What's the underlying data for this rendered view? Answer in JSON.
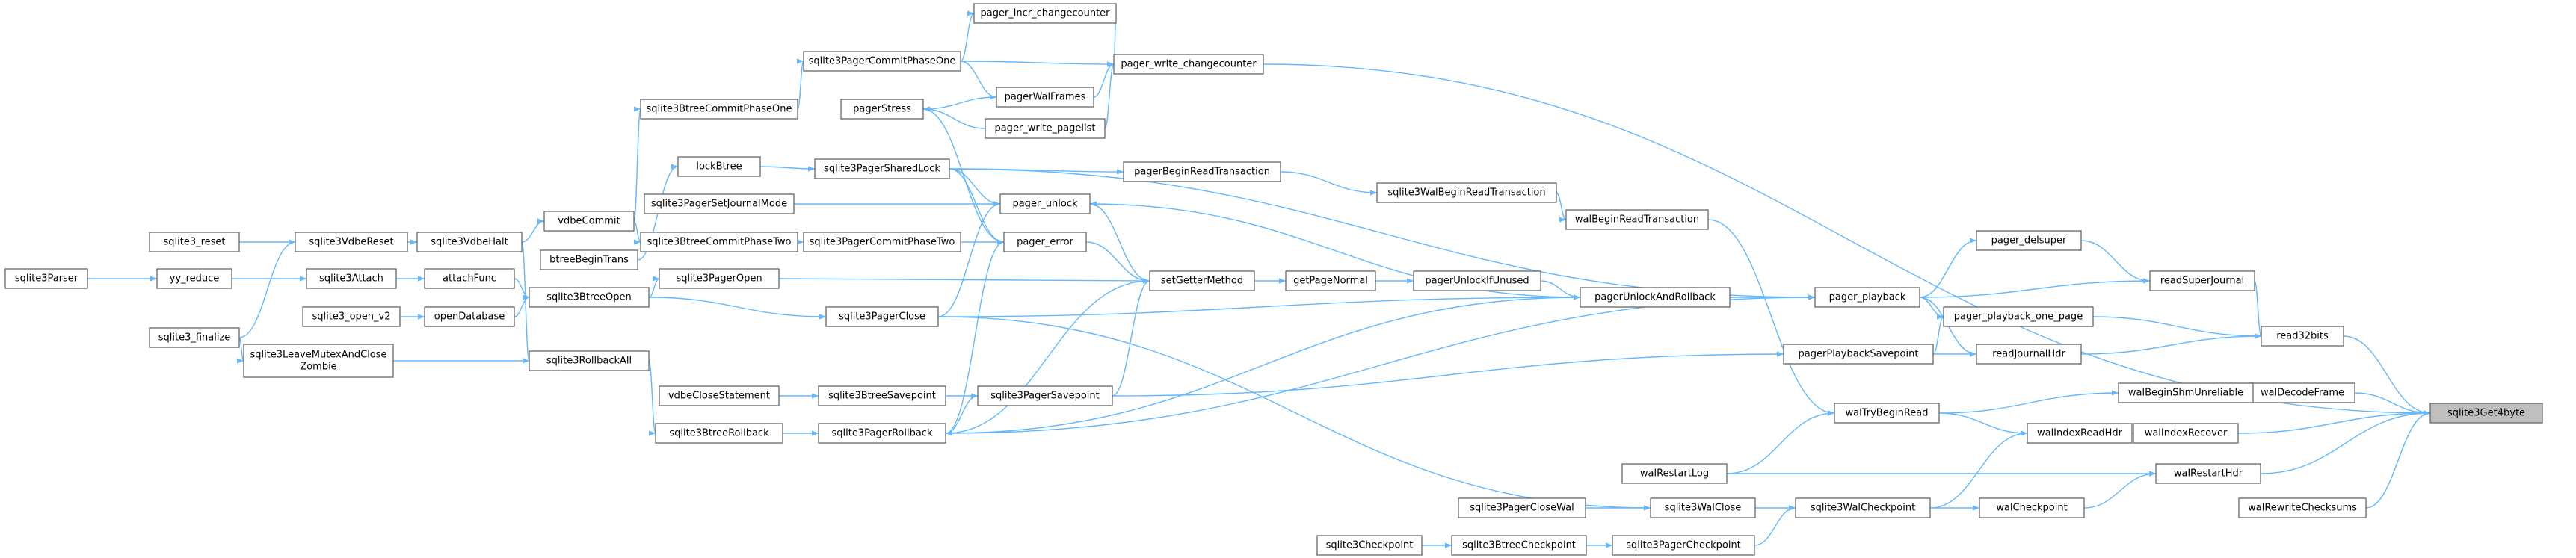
{
  "diagram": {
    "title": "",
    "root": "sqlite3Get4byte",
    "nodes": [
      {
        "id": "sqlite3Get4byte",
        "label": "sqlite3Get4byte"
      },
      {
        "id": "read32bits",
        "label": "read32bits"
      },
      {
        "id": "walDecodeFrame",
        "label": "walDecodeFrame"
      },
      {
        "id": "walIndexRecover",
        "label": "walIndexRecover"
      },
      {
        "id": "walRestartHdr",
        "label": "walRestartHdr"
      },
      {
        "id": "walRewriteChecksums",
        "label": "walRewriteChecksums"
      },
      {
        "id": "pager_write_changecounter",
        "label": "pager_write_changecounter"
      },
      {
        "id": "readSuperJournal",
        "label": "readSuperJournal"
      },
      {
        "id": "readJournalHdr",
        "label": "readJournalHdr"
      },
      {
        "id": "pager_playback_one_page",
        "label": "pager_playback_one_page"
      },
      {
        "id": "pager_delsuper",
        "label": "pager_delsuper"
      },
      {
        "id": "pager_playback",
        "label": "pager_playback"
      },
      {
        "id": "pagerPlaybackSavepoint",
        "label": "pagerPlaybackSavepoint"
      },
      {
        "id": "walBeginShmUnreliable",
        "label": "walBeginShmUnreliable"
      },
      {
        "id": "walIndexReadHdr",
        "label": "walIndexReadHdr"
      },
      {
        "id": "walCheckpoint",
        "label": "walCheckpoint"
      },
      {
        "id": "walTryBeginRead",
        "label": "walTryBeginRead"
      },
      {
        "id": "walRestartLog",
        "label": "walRestartLog"
      },
      {
        "id": "sqlite3WalCheckpoint",
        "label": "sqlite3WalCheckpoint"
      },
      {
        "id": "sqlite3WalClose",
        "label": "sqlite3WalClose"
      },
      {
        "id": "sqlite3PagerCheckpoint",
        "label": "sqlite3PagerCheckpoint"
      },
      {
        "id": "sqlite3PagerCloseWal",
        "label": "sqlite3PagerCloseWal"
      },
      {
        "id": "sqlite3BtreeCheckpoint",
        "label": "sqlite3BtreeCheckpoint"
      },
      {
        "id": "sqlite3Checkpoint",
        "label": "sqlite3Checkpoint"
      },
      {
        "id": "walBeginReadTransaction",
        "label": "walBeginReadTransaction"
      },
      {
        "id": "sqlite3WalBeginReadTransaction",
        "label": "sqlite3WalBeginReadTransaction"
      },
      {
        "id": "pagerBeginReadTransaction",
        "label": "pagerBeginReadTransaction"
      },
      {
        "id": "pagerUnlockAndRollback",
        "label": "pagerUnlockAndRollback"
      },
      {
        "id": "pagerUnlockIfUnused",
        "label": "pagerUnlockIfUnused"
      },
      {
        "id": "getPageNormal",
        "label": "getPageNormal"
      },
      {
        "id": "setGetterMethod",
        "label": "setGetterMethod"
      },
      {
        "id": "pager_unlock",
        "label": "pager_unlock"
      },
      {
        "id": "pager_error",
        "label": "pager_error"
      },
      {
        "id": "sqlite3PagerSavepoint",
        "label": "sqlite3PagerSavepoint"
      },
      {
        "id": "sqlite3PagerRollback",
        "label": "sqlite3PagerRollback"
      },
      {
        "id": "sqlite3PagerClose",
        "label": "sqlite3PagerClose"
      },
      {
        "id": "sqlite3PagerSharedLock",
        "label": "sqlite3PagerSharedLock"
      },
      {
        "id": "sqlite3PagerSetJournalMode",
        "label": "sqlite3PagerSetJournalMode"
      },
      {
        "id": "sqlite3PagerCommitPhaseTwo",
        "label": "sqlite3PagerCommitPhaseTwo"
      },
      {
        "id": "sqlite3BtreeSavepoint",
        "label": "sqlite3BtreeSavepoint"
      },
      {
        "id": "sqlite3BtreeRollback",
        "label": "sqlite3BtreeRollback"
      },
      {
        "id": "vdbeCloseStatement",
        "label": "vdbeCloseStatement"
      },
      {
        "id": "pagerStress",
        "label": "pagerStress"
      },
      {
        "id": "pagerWalFrames",
        "label": "pagerWalFrames"
      },
      {
        "id": "pager_write_pagelist",
        "label": "pager_write_pagelist"
      },
      {
        "id": "pager_incr_changecounter",
        "label": "pager_incr_changecounter"
      },
      {
        "id": "sqlite3PagerCommitPhaseOne",
        "label": "sqlite3PagerCommitPhaseOne"
      },
      {
        "id": "sqlite3BtreeCommitPhaseOne",
        "label": "sqlite3BtreeCommitPhaseOne"
      },
      {
        "id": "lockBtree",
        "label": "lockBtree"
      },
      {
        "id": "vdbeCommit",
        "label": "vdbeCommit"
      },
      {
        "id": "btreeBeginTrans",
        "label": "btreeBeginTrans"
      },
      {
        "id": "sqlite3BtreeCommitPhaseTwo",
        "label": "sqlite3BtreeCommitPhaseTwo"
      },
      {
        "id": "sqlite3PagerOpen",
        "label": "sqlite3PagerOpen"
      },
      {
        "id": "sqlite3BtreeOpen",
        "label": "sqlite3BtreeOpen"
      },
      {
        "id": "sqlite3RollbackAll",
        "label": "sqlite3RollbackAll"
      },
      {
        "id": "sqlite3VdbeHalt",
        "label": "sqlite3VdbeHalt"
      },
      {
        "id": "attachFunc",
        "label": "attachFunc"
      },
      {
        "id": "openDatabase",
        "label": "openDatabase"
      },
      {
        "id": "sqlite3_open_v2",
        "label": "sqlite3_open_v2"
      },
      {
        "id": "sqlite3VdbeReset",
        "label": "sqlite3VdbeReset"
      },
      {
        "id": "sqlite3Attach",
        "label": "sqlite3Attach"
      },
      {
        "id": "sqlite3LeaveMutexAndCloseZombie",
        "label": "sqlite3LeaveMutexAndClose\nZombie"
      },
      {
        "id": "sqlite3_reset",
        "label": "sqlite3_reset"
      },
      {
        "id": "yy_reduce",
        "label": "yy_reduce"
      },
      {
        "id": "sqlite3_finalize",
        "label": "sqlite3_finalize"
      },
      {
        "id": "sqlite3Parser",
        "label": "sqlite3Parser"
      }
    ],
    "edges": [
      [
        "read32bits",
        "sqlite3Get4byte"
      ],
      [
        "walDecodeFrame",
        "sqlite3Get4byte"
      ],
      [
        "walIndexRecover",
        "sqlite3Get4byte"
      ],
      [
        "walRestartHdr",
        "sqlite3Get4byte"
      ],
      [
        "walRewriteChecksums",
        "sqlite3Get4byte"
      ],
      [
        "pager_write_changecounter",
        "sqlite3Get4byte"
      ],
      [
        "readSuperJournal",
        "read32bits"
      ],
      [
        "readJournalHdr",
        "read32bits"
      ],
      [
        "pager_playback_one_page",
        "read32bits"
      ],
      [
        "pager_delsuper",
        "readSuperJournal"
      ],
      [
        "pager_playback",
        "readSuperJournal"
      ],
      [
        "pager_playback",
        "pager_delsuper"
      ],
      [
        "pager_playback",
        "pager_playback_one_page"
      ],
      [
        "pager_playback",
        "readJournalHdr"
      ],
      [
        "pagerPlaybackSavepoint",
        "pager_playback_one_page"
      ],
      [
        "pagerPlaybackSavepoint",
        "readJournalHdr"
      ],
      [
        "walBeginShmUnreliable",
        "walDecodeFrame"
      ],
      [
        "walIndexReadHdr",
        "walIndexRecover"
      ],
      [
        "walCheckpoint",
        "walRestartHdr"
      ],
      [
        "walRestartLog",
        "walRestartHdr"
      ],
      [
        "walTryBeginRead",
        "walBeginShmUnreliable"
      ],
      [
        "walTryBeginRead",
        "walIndexReadHdr"
      ],
      [
        "sqlite3WalCheckpoint",
        "walIndexReadHdr"
      ],
      [
        "sqlite3WalCheckpoint",
        "walCheckpoint"
      ],
      [
        "walBeginReadTransaction",
        "walTryBeginRead"
      ],
      [
        "walRestartLog",
        "walTryBeginRead"
      ],
      [
        "sqlite3WalClose",
        "sqlite3WalCheckpoint"
      ],
      [
        "sqlite3PagerCheckpoint",
        "sqlite3WalCheckpoint"
      ],
      [
        "sqlite3PagerCloseWal",
        "sqlite3WalClose"
      ],
      [
        "sqlite3PagerClose",
        "sqlite3WalClose"
      ],
      [
        "sqlite3BtreeCheckpoint",
        "sqlite3PagerCheckpoint"
      ],
      [
        "sqlite3Checkpoint",
        "sqlite3BtreeCheckpoint"
      ],
      [
        "sqlite3WalBeginReadTransaction",
        "walBeginReadTransaction"
      ],
      [
        "pagerBeginReadTransaction",
        "sqlite3WalBeginReadTransaction"
      ],
      [
        "sqlite3PagerSharedLock",
        "pagerBeginReadTransaction"
      ],
      [
        "pagerUnlockAndRollback",
        "pager_playback"
      ],
      [
        "sqlite3PagerSharedLock",
        "pager_playback"
      ],
      [
        "sqlite3PagerRollback",
        "pager_playback"
      ],
      [
        "sqlite3PagerSavepoint",
        "pagerPlaybackSavepoint"
      ],
      [
        "pagerUnlockIfUnused",
        "pagerUnlockAndRollback"
      ],
      [
        "sqlite3PagerClose",
        "pagerUnlockAndRollback"
      ],
      [
        "getPageNormal",
        "pagerUnlockIfUnused"
      ],
      [
        "setGetterMethod",
        "getPageNormal"
      ],
      [
        "pager_unlock",
        "setGetterMethod"
      ],
      [
        "pager_error",
        "setGetterMethod"
      ],
      [
        "sqlite3PagerOpen",
        "setGetterMethod"
      ],
      [
        "sqlite3PagerSavepoint",
        "setGetterMethod"
      ],
      [
        "sqlite3PagerRollback",
        "setGetterMethod"
      ],
      [
        "pagerUnlockAndRollback",
        "pager_unlock"
      ],
      [
        "pagerUnlockAndRollback",
        "sqlite3PagerRollback"
      ],
      [
        "sqlite3PagerSharedLock",
        "pager_unlock"
      ],
      [
        "sqlite3PagerSetJournalMode",
        "pager_unlock"
      ],
      [
        "sqlite3PagerClose",
        "pager_unlock"
      ],
      [
        "sqlite3PagerSharedLock",
        "pager_error"
      ],
      [
        "sqlite3PagerCommitPhaseTwo",
        "pager_error"
      ],
      [
        "sqlite3PagerRollback",
        "pager_error"
      ],
      [
        "pagerStress",
        "pager_error"
      ],
      [
        "sqlite3BtreeSavepoint",
        "sqlite3PagerSavepoint"
      ],
      [
        "sqlite3PagerSavepoint",
        "sqlite3PagerRollback"
      ],
      [
        "sqlite3BtreeRollback",
        "sqlite3PagerRollback"
      ],
      [
        "sqlite3BtreeOpen",
        "sqlite3PagerClose"
      ],
      [
        "vdbeCloseStatement",
        "sqlite3BtreeSavepoint"
      ],
      [
        "sqlite3RollbackAll",
        "sqlite3BtreeRollback"
      ],
      [
        "lockBtree",
        "sqlite3PagerSharedLock"
      ],
      [
        "sqlite3BtreeCommitPhaseTwo",
        "sqlite3PagerCommitPhaseTwo"
      ],
      [
        "pagerWalFrames",
        "pagerStress"
      ],
      [
        "pager_write_pagelist",
        "pagerStress"
      ],
      [
        "sqlite3PagerCommitPhaseOne",
        "pagerWalFrames"
      ],
      [
        "sqlite3PagerCommitPhaseOne",
        "pager_incr_changecounter"
      ],
      [
        "sqlite3PagerCommitPhaseOne",
        "pager_write_changecounter"
      ],
      [
        "pager_incr_changecounter",
        "pager_write_changecounter"
      ],
      [
        "pagerWalFrames",
        "pager_write_changecounter"
      ],
      [
        "pager_write_pagelist",
        "pager_write_changecounter"
      ],
      [
        "sqlite3BtreeCommitPhaseOne",
        "sqlite3PagerCommitPhaseOne"
      ],
      [
        "vdbeCommit",
        "sqlite3BtreeCommitPhaseOne"
      ],
      [
        "btreeBeginTrans",
        "lockBtree"
      ],
      [
        "vdbeCommit",
        "sqlite3BtreeCommitPhaseTwo"
      ],
      [
        "sqlite3VdbeHalt",
        "vdbeCommit"
      ],
      [
        "sqlite3BtreeOpen",
        "sqlite3PagerOpen"
      ],
      [
        "attachFunc",
        "sqlite3BtreeOpen"
      ],
      [
        "openDatabase",
        "sqlite3BtreeOpen"
      ],
      [
        "sqlite3_open_v2",
        "openDatabase"
      ],
      [
        "sqlite3VdbeHalt",
        "sqlite3RollbackAll"
      ],
      [
        "sqlite3LeaveMutexAndCloseZombie",
        "sqlite3RollbackAll"
      ],
      [
        "sqlite3VdbeReset",
        "sqlite3VdbeHalt"
      ],
      [
        "sqlite3Attach",
        "attachFunc"
      ],
      [
        "sqlite3_reset",
        "sqlite3VdbeReset"
      ],
      [
        "sqlite3_finalize",
        "sqlite3VdbeReset"
      ],
      [
        "sqlite3_finalize",
        "sqlite3LeaveMutexAndCloseZombie"
      ],
      [
        "yy_reduce",
        "sqlite3Attach"
      ],
      [
        "sqlite3Parser",
        "yy_reduce"
      ]
    ]
  },
  "colors": {
    "edge": "#63b8ff",
    "node_border": "#666666",
    "node_fill": "#ffffff",
    "root_fill": "#bfbfbf",
    "text": "#000000"
  }
}
